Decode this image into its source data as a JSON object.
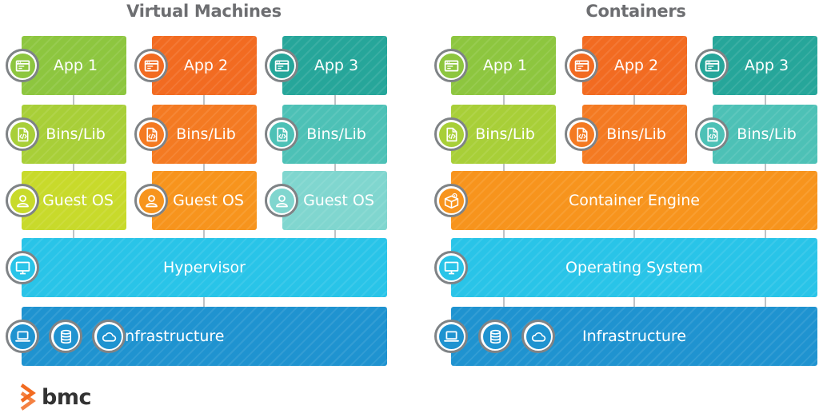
{
  "vm": {
    "title": "Virtual Machines",
    "app1": "App 1",
    "app2": "App 2",
    "app3": "App 3",
    "bins1": "Bins/Lib",
    "bins2": "Bins/Lib",
    "bins3": "Bins/Lib",
    "os1": "Guest OS",
    "os2": "Guest OS",
    "os3": "Guest OS",
    "hypervisor": "Hypervisor",
    "infrastructure": "Infrastructure"
  },
  "containers": {
    "title": "Containers",
    "app1": "App 1",
    "app2": "App 2",
    "app3": "App 3",
    "bins1": "Bins/Lib",
    "bins2": "Bins/Lib",
    "bins3": "Bins/Lib",
    "engine": "Container Engine",
    "os": "Operating System",
    "infrastructure": "Infrastructure"
  },
  "logo": {
    "text": "bmc"
  },
  "colors": {
    "green": "#8dc63f",
    "lime": "#c8da2b",
    "orange": "#f26b21",
    "orange_light": "#f7941d",
    "teal": "#26a69a",
    "teal_mid": "#4dc1b6",
    "teal_light": "#80d6cf",
    "cyan": "#29c4e8",
    "blue": "#1f93d0",
    "gray_line": "#bfc2c5",
    "circle_border": "#7f8386"
  },
  "icons": [
    "window-icon",
    "code-file-icon",
    "user-icon",
    "monitor-icon",
    "laptop-icon",
    "database-icon",
    "cloud-icon",
    "container-box-icon"
  ]
}
